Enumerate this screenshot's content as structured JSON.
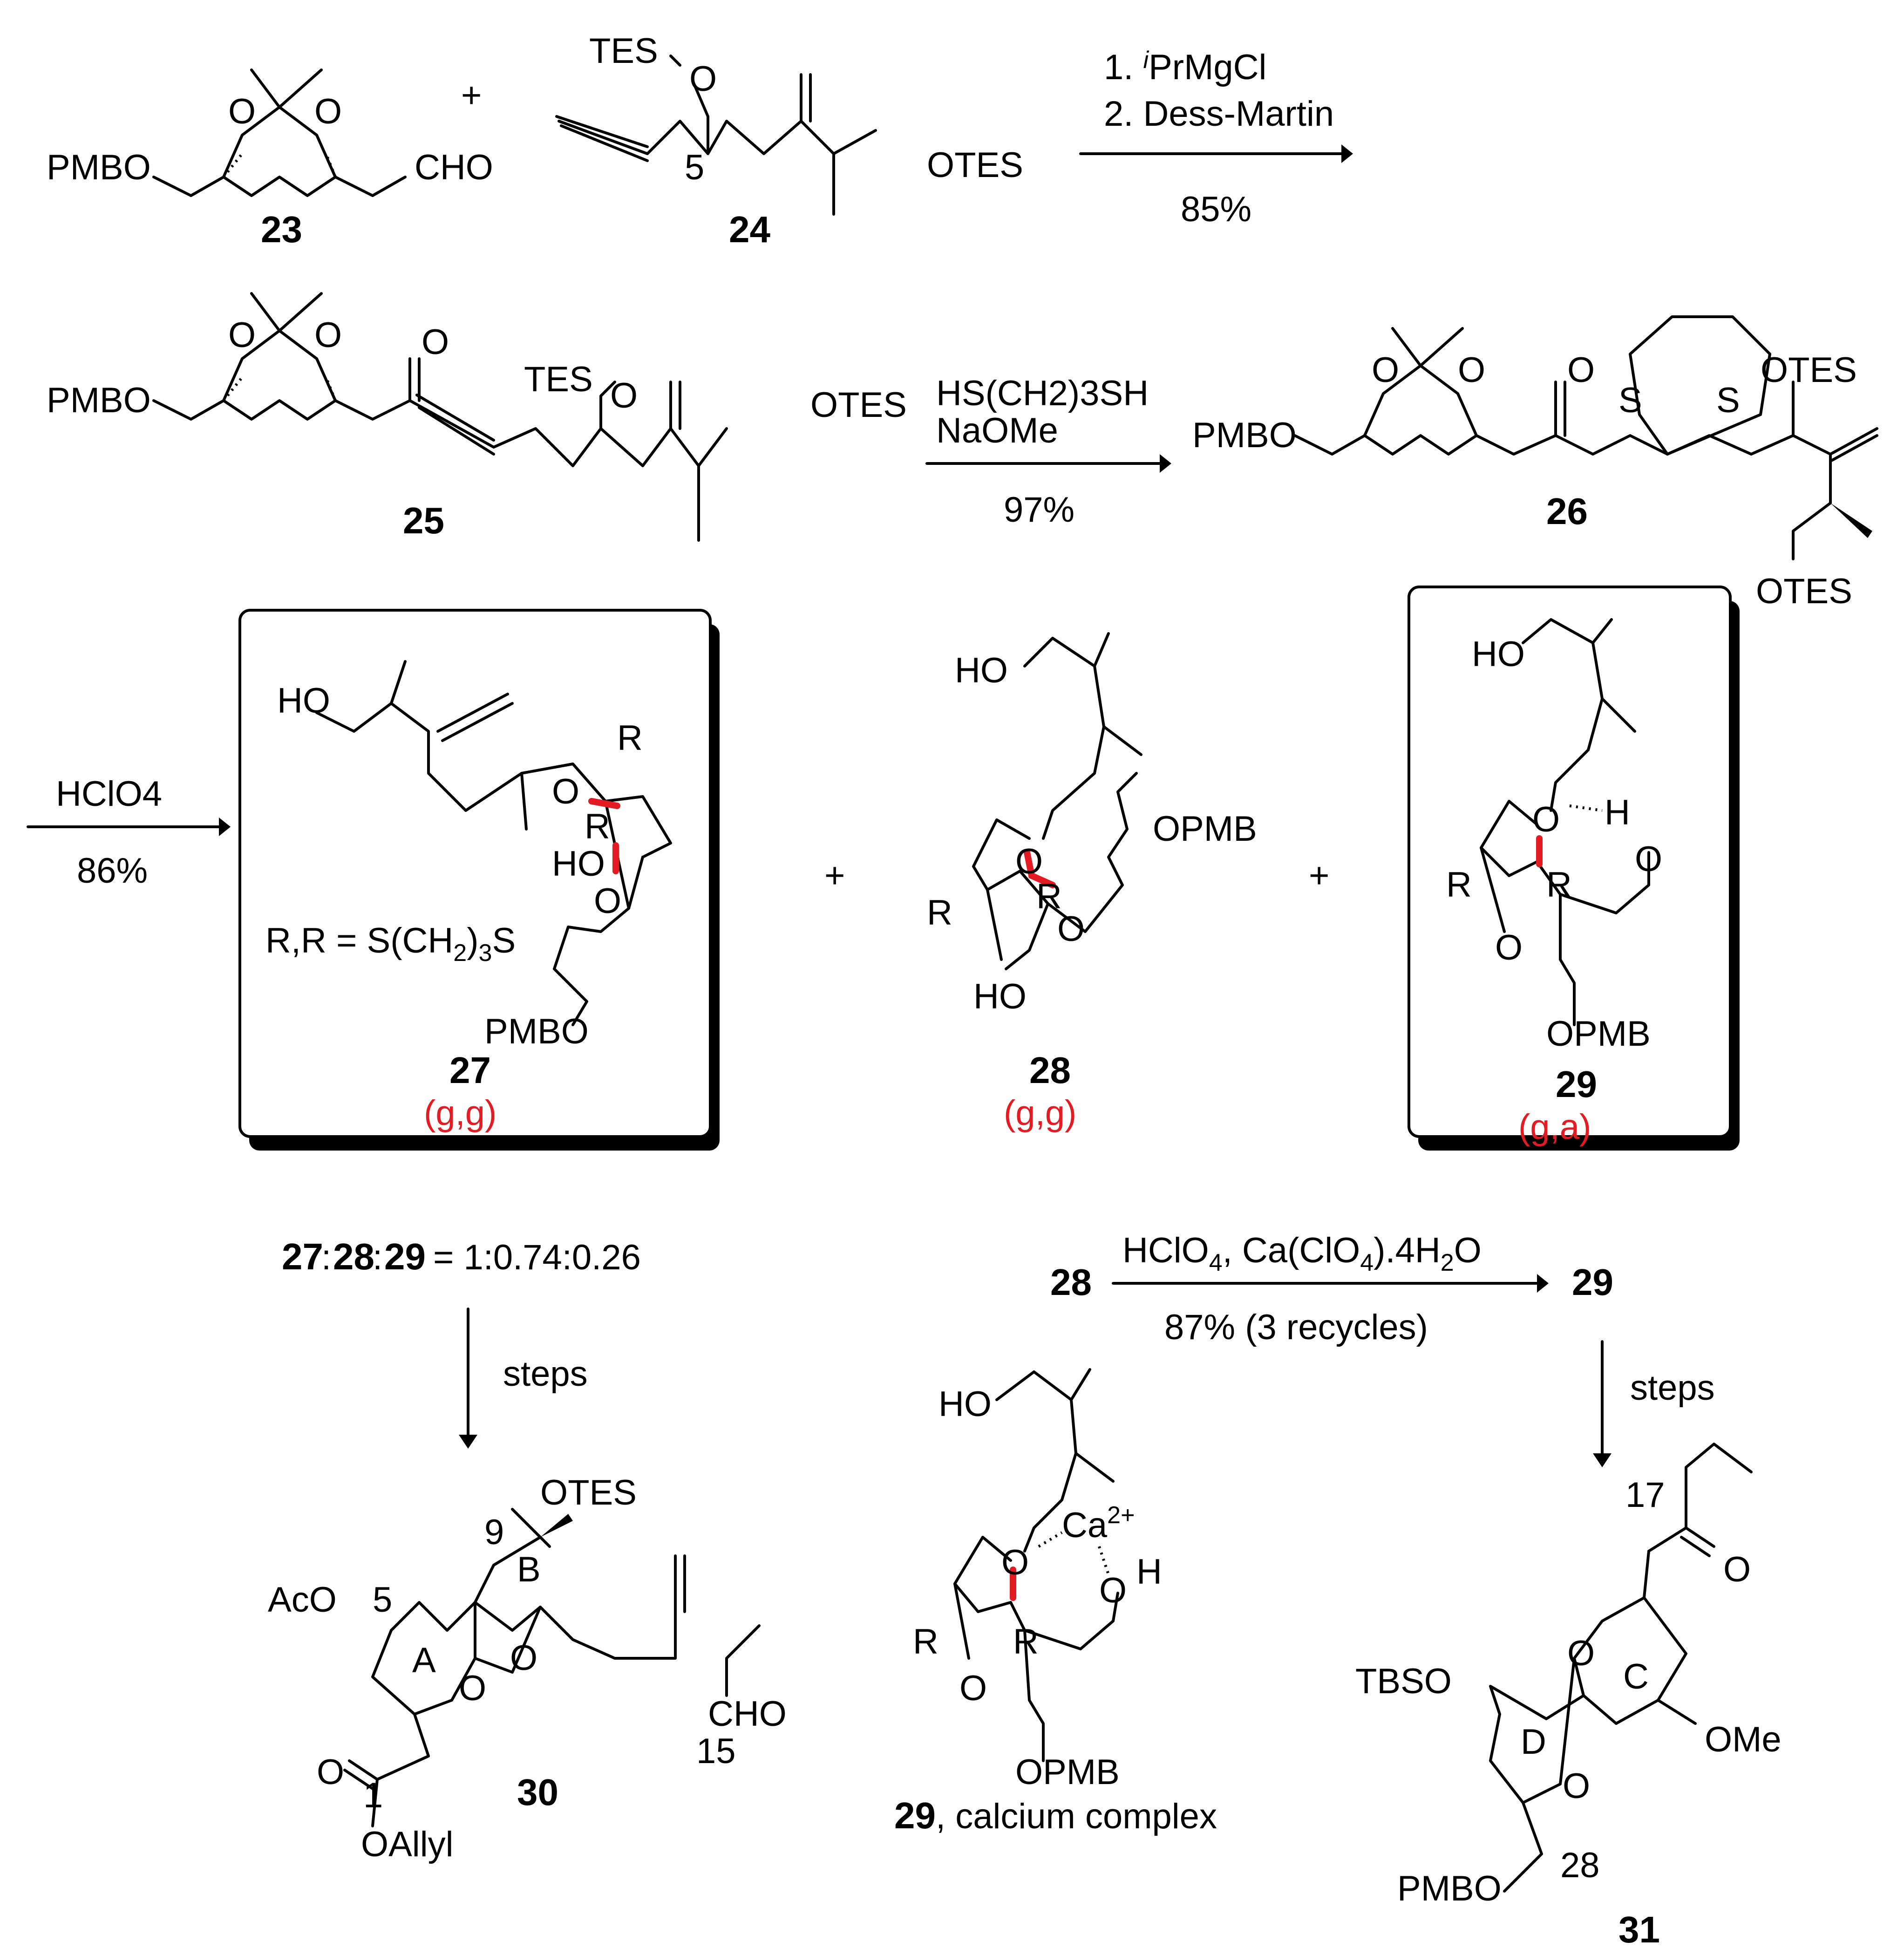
{
  "compounds": {
    "c23": "23",
    "c24": "24",
    "c25": "25",
    "c26": "26",
    "c27": "27",
    "c28": "28",
    "c29": "29",
    "c30": "30",
    "c31": "31"
  },
  "groups": {
    "pmbo": "PMBO",
    "cho": "CHO",
    "tes": "TES",
    "otes": "OTES",
    "o": "O",
    "s": "S",
    "ho": "HO",
    "r": "R",
    "opmb": "OPMB",
    "h": "H",
    "ca": "Ca",
    "ca_charge": "2+",
    "aco": "AcO",
    "oallyl": "OAllyl",
    "tbso": "TBSO",
    "ome": "OMe",
    "ring_a": "A",
    "ring_b": "B",
    "ring_c": "C",
    "ring_d": "D"
  },
  "locants": {
    "n1": "1",
    "n5": "5",
    "n9": "9",
    "n15": "15",
    "n17": "17",
    "n28": "28"
  },
  "plus": "+",
  "step1": {
    "line1": "1. ",
    "iso": "i",
    "line1b": "PrMgCl",
    "line2": "2. Dess-Martin",
    "yield": "85%"
  },
  "step2": {
    "reagent1": "HS(CH2)3SH",
    "reagent2": "NaOMe",
    "yield": "97%"
  },
  "step3": {
    "reagent": "HClO4",
    "yield": "86%"
  },
  "step4": {
    "reagent": "HClO4, Ca(ClO4).4H2O",
    "yield": "87% (3 recycles)"
  },
  "steps_label": "steps",
  "rr_definition": "R,R = S(CH2)3S",
  "conformations": {
    "c27": "(g,g)",
    "c28": "(g,g)",
    "c29": "(g,a)"
  },
  "ratio": {
    "value": "= 1:0.74:0.26"
  },
  "calcium_complex_label": ", calcium complex",
  "colors": {
    "highlight": "#e31b23",
    "ink": "#000000"
  }
}
